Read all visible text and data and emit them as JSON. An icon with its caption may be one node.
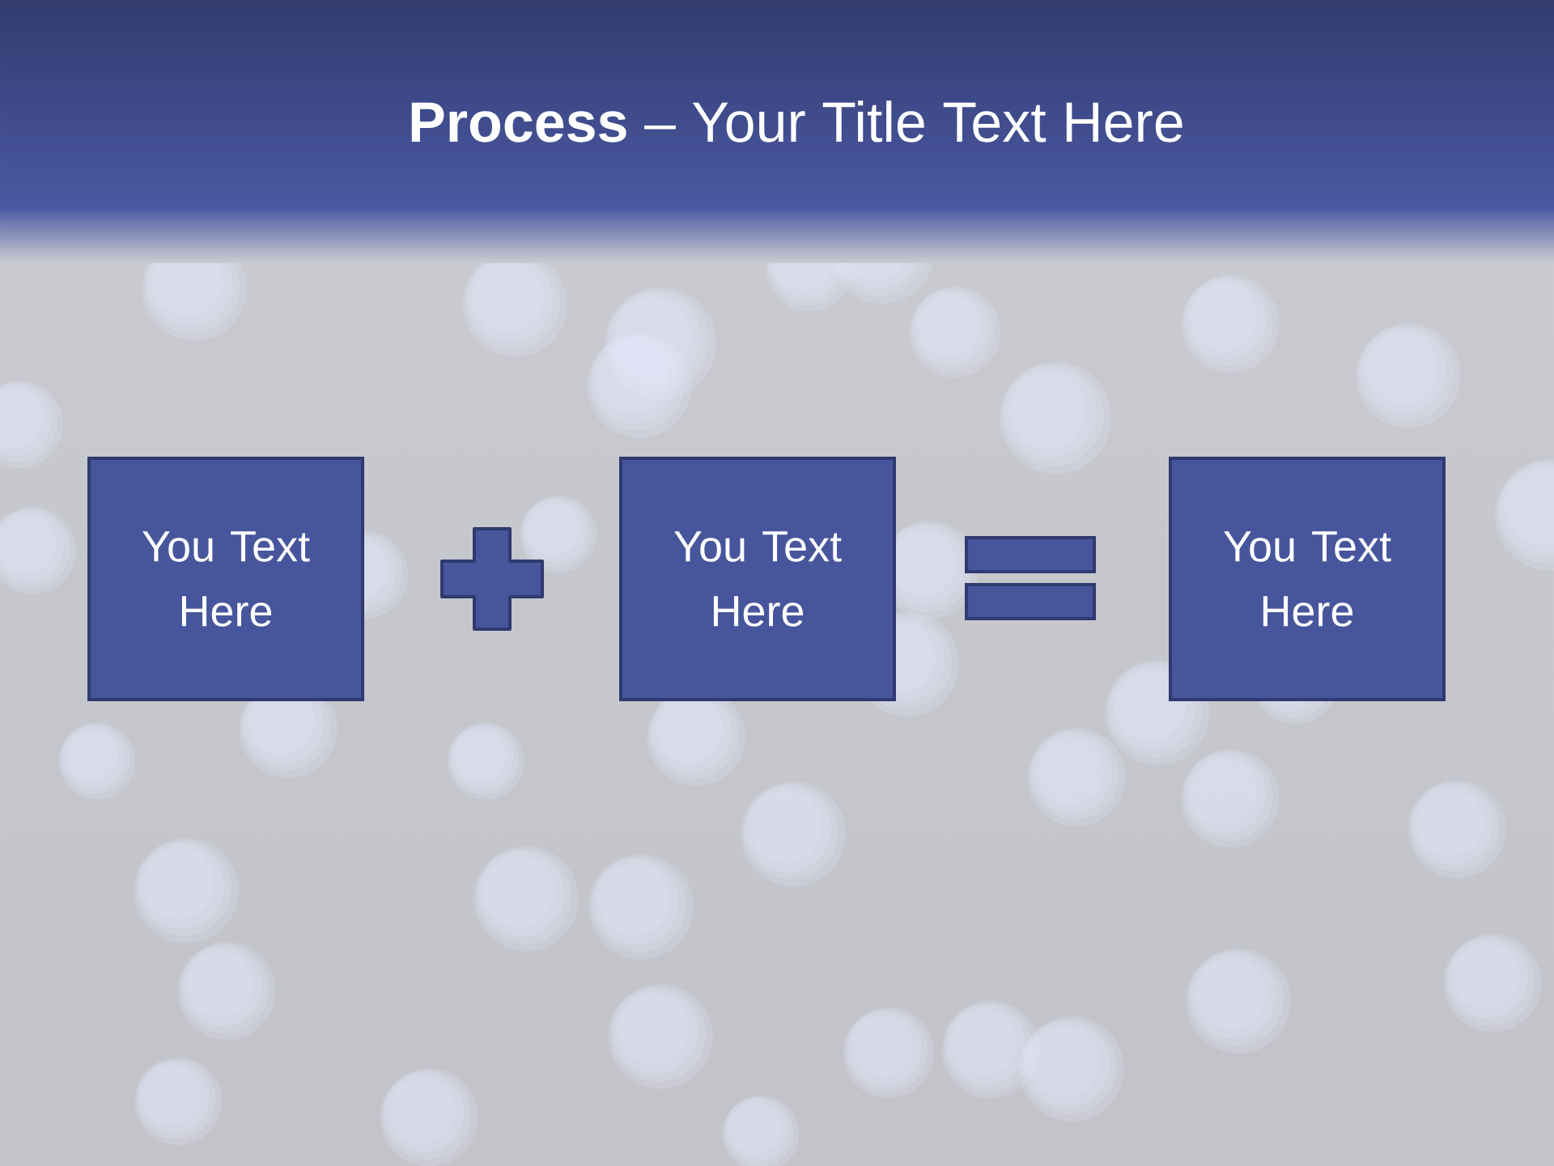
{
  "diagram": {
    "title": "**Process** – Your Title Text Here",
    "nodes": [
      {
        "text": [
          "You Text Here"
        ]
      },
      {
        "text": [],
        "shape": "plus"
      },
      {
        "text": [
          "You Text Here"
        ]
      },
      {
        "text": [],
        "shape": "equals"
      },
      {
        "text": [
          "You Text Here"
        ]
      }
    ]
  }
}
